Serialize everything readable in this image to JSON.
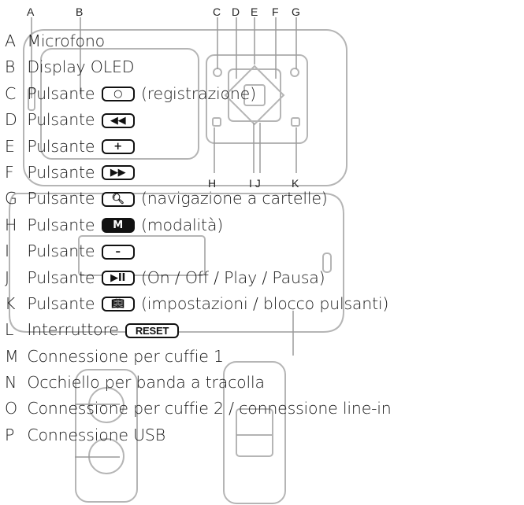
{
  "callouts_top": [
    "A",
    "B",
    "C",
    "D",
    "E",
    "F",
    "G"
  ],
  "callouts_mid": [
    "H",
    "I J",
    "K"
  ],
  "legend": [
    {
      "key": "A",
      "text": "Microfono",
      "button": "",
      "icon": "",
      "after": ""
    },
    {
      "key": "B",
      "text": "Display OLED",
      "button": "",
      "icon": "",
      "after": ""
    },
    {
      "key": "C",
      "text": "Pulsante",
      "button": "○",
      "icon": "record-icon",
      "after": "(registrazione)"
    },
    {
      "key": "D",
      "text": "Pulsante",
      "button": "◀◀",
      "icon": "rewind-icon",
      "after": ""
    },
    {
      "key": "E",
      "text": "Pulsante",
      "button": "+",
      "icon": "plus-icon",
      "after": ""
    },
    {
      "key": "F",
      "text": "Pulsante",
      "button": "▶▶",
      "icon": "fast-forward-icon",
      "after": ""
    },
    {
      "key": "G",
      "text": "Pulsante",
      "button": "🔍︎",
      "icon": "search-icon",
      "after": "(navigazione a cartelle)"
    },
    {
      "key": "H",
      "text": "Pulsante",
      "button": "M",
      "icon": "mode-icon",
      "after": "(modalità)"
    },
    {
      "key": "I",
      "text": "Pulsante",
      "button": "–",
      "icon": "minus-icon",
      "after": ""
    },
    {
      "key": "J",
      "text": "Pulsante",
      "button": "▶II",
      "icon": "play-pause-icon",
      "after": "(On / Off / Play / Pausa)"
    },
    {
      "key": "K",
      "text": "Pulsante",
      "button": "📖︎",
      "icon": "book-icon",
      "after": "(impostazioni / blocco pulsanti)"
    },
    {
      "key": "L",
      "text": "Interruttore",
      "button": "RESET",
      "icon": "reset-icon",
      "after": ""
    },
    {
      "key": "M",
      "text": "Connessione per cuffie 1",
      "button": "",
      "icon": "",
      "after": ""
    },
    {
      "key": "N",
      "text": "Occhiello per banda a tracolla",
      "button": "",
      "icon": "",
      "after": ""
    },
    {
      "key": "O",
      "text": "Connessione per cuffie 2 / connessione line-in",
      "button": "",
      "icon": "",
      "after": ""
    },
    {
      "key": "P",
      "text": "Connessione USB",
      "button": "",
      "icon": "",
      "after": ""
    }
  ],
  "colors": {
    "line": "#9a9a9a",
    "text": "#1a1a1a",
    "device": "#c8c8c8"
  }
}
